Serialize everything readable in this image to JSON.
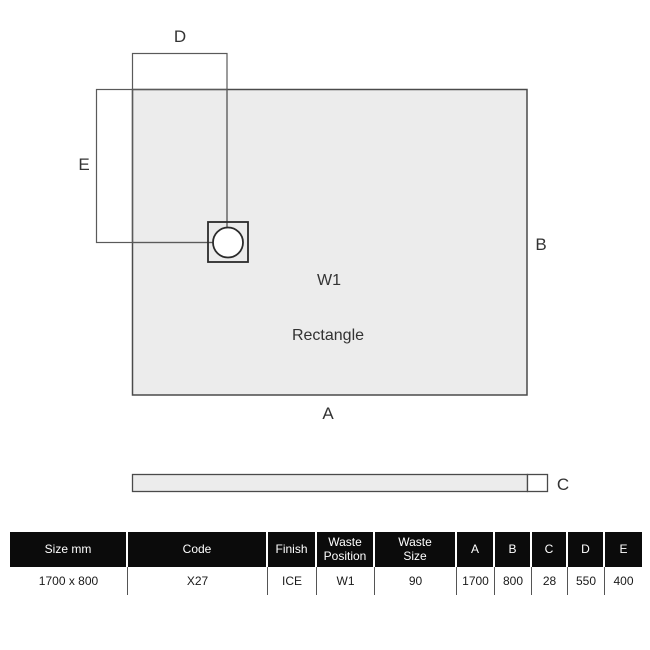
{
  "diagram": {
    "labels": {
      "a": "A",
      "b": "B",
      "c": "C",
      "d": "D",
      "e": "E"
    },
    "waste_position_label": "W1",
    "shape_label": "Rectangle"
  },
  "colors": {
    "tray_fill": "#ececec",
    "outline": "#4a4a4a",
    "dimension_line": "#5a5a5a",
    "waste_outline": "#2b2b2b",
    "table_header_bg": "#0b0b0b",
    "table_header_text": "#ffffff",
    "table_text": "#1a1a1a"
  },
  "table": {
    "columns": [
      "Size mm",
      "Code",
      "Finish",
      "Waste Position",
      "Waste Size",
      "A",
      "B",
      "C",
      "D",
      "E"
    ],
    "rows": [
      [
        "1700 x 800",
        "X27",
        "ICE",
        "W1",
        "90",
        "1700",
        "800",
        "28",
        "550",
        "400"
      ]
    ]
  }
}
